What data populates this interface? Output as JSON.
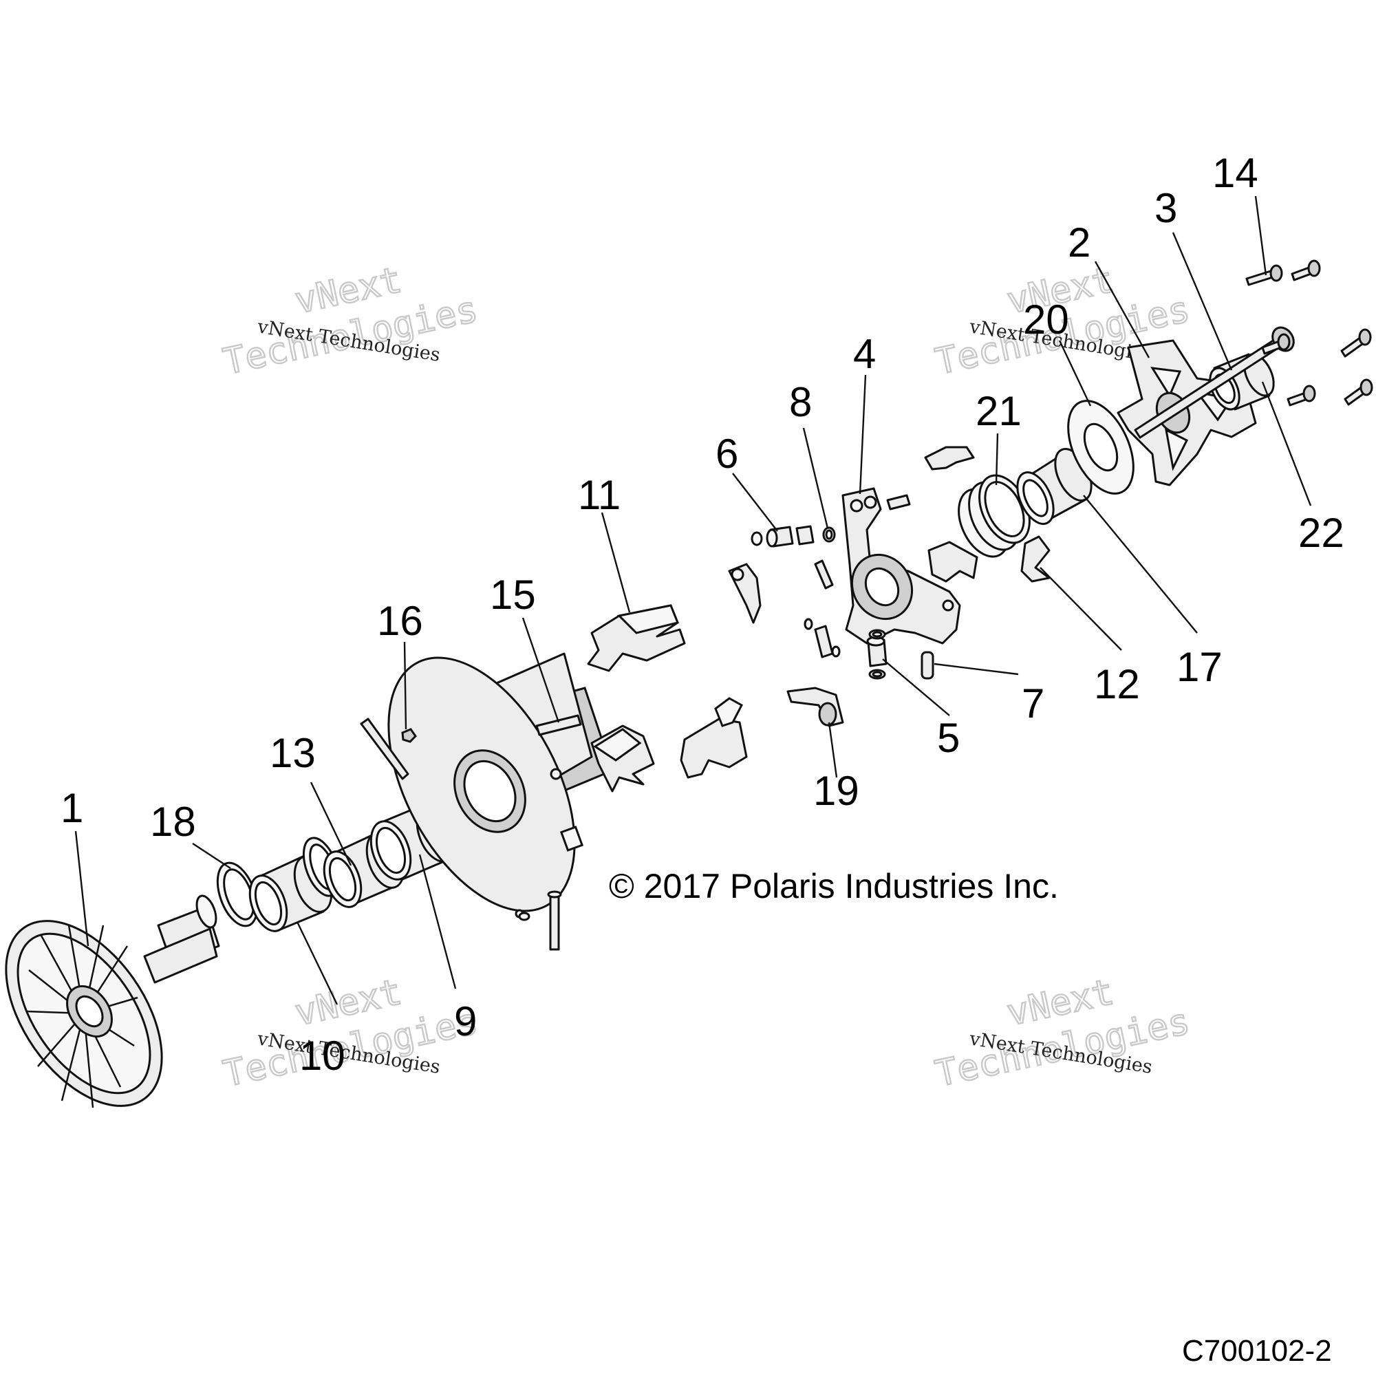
{
  "callouts": [
    {
      "id": "1",
      "label": "1"
    },
    {
      "id": "2",
      "label": "2"
    },
    {
      "id": "3",
      "label": "3"
    },
    {
      "id": "4",
      "label": "4"
    },
    {
      "id": "5",
      "label": "5"
    },
    {
      "id": "6",
      "label": "6"
    },
    {
      "id": "7",
      "label": "7"
    },
    {
      "id": "8",
      "label": "8"
    },
    {
      "id": "9",
      "label": "9"
    },
    {
      "id": "10",
      "label": "10"
    },
    {
      "id": "11",
      "label": "11"
    },
    {
      "id": "12",
      "label": "12"
    },
    {
      "id": "13",
      "label": "13"
    },
    {
      "id": "14",
      "label": "14"
    },
    {
      "id": "15",
      "label": "15"
    },
    {
      "id": "16",
      "label": "16"
    },
    {
      "id": "17",
      "label": "17"
    },
    {
      "id": "18",
      "label": "18"
    },
    {
      "id": "19",
      "label": "19"
    },
    {
      "id": "20",
      "label": "20"
    },
    {
      "id": "21",
      "label": "21"
    },
    {
      "id": "22",
      "label": "22"
    }
  ],
  "copyright": "© 2017 Polaris Industries Inc.",
  "drawing_number": "C700102-2",
  "watermark": {
    "line1": "vNext",
    "line2": "Technologies",
    "small": "vNext Technologies"
  }
}
